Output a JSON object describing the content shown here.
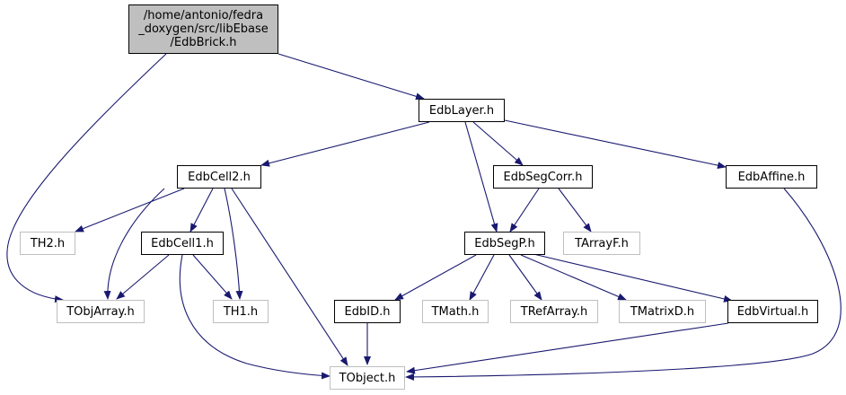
{
  "graph": {
    "colors": {
      "edge": "#191970",
      "node_border": "#000000",
      "external_border": "#bfbfbf",
      "root_fill": "#bfbfbf"
    },
    "nodes": {
      "edbbrick": {
        "lines": [
          "/home/antonio/fedra",
          "_doxygen/src/libEbase",
          "/EdbBrick.h"
        ]
      },
      "edblayer": {
        "label": "EdbLayer.h"
      },
      "edbcell2": {
        "label": "EdbCell2.h"
      },
      "edbsegcorr": {
        "label": "EdbSegCorr.h"
      },
      "edbaffine": {
        "label": "EdbAffine.h"
      },
      "th2": {
        "label": "TH2.h"
      },
      "edbcell1": {
        "label": "EdbCell1.h"
      },
      "edbsegp": {
        "label": "EdbSegP.h"
      },
      "tarrayf": {
        "label": "TArrayF.h"
      },
      "tobjarray": {
        "label": "TObjArray.h"
      },
      "th1": {
        "label": "TH1.h"
      },
      "edbid": {
        "label": "EdbID.h"
      },
      "tmath": {
        "label": "TMath.h"
      },
      "trefarray": {
        "label": "TRefArray.h"
      },
      "tmatrixd": {
        "label": "TMatrixD.h"
      },
      "edbvirtual": {
        "label": "EdbVirtual.h"
      },
      "tobject": {
        "label": "TObject.h"
      }
    }
  }
}
